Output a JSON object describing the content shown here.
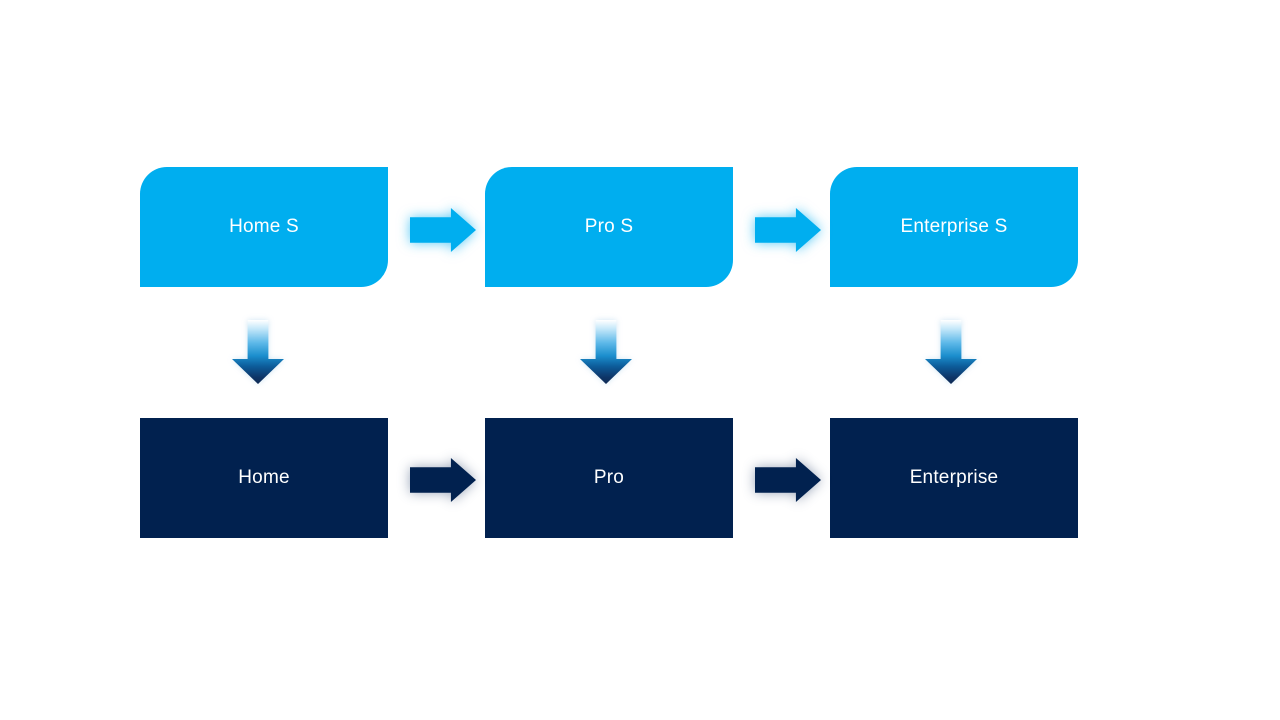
{
  "slide": {
    "background": "#ffffff",
    "columns": [
      {
        "top": {
          "label": "Home S"
        },
        "bottom": {
          "label": "Home"
        }
      },
      {
        "top": {
          "label": "Pro S"
        },
        "bottom": {
          "label": "Pro"
        }
      },
      {
        "top": {
          "label": "Enterprise S"
        },
        "bottom": {
          "label": "Enterprise"
        }
      }
    ],
    "colors": {
      "top_box_fill": "#00aeef",
      "bottom_box_fill": "#01214f",
      "label_text": "#ffffff",
      "top_arrow_fill": "#00aeef",
      "top_arrow_glow": "rgba(0,174,239,0.65)",
      "bottom_arrow_fill": "#01214f",
      "bottom_arrow_glow": "rgba(31,56,100,0.45)",
      "down_arrow_gradient": [
        "#ffffff",
        "#5cb8e8",
        "#1b8ecd",
        "#0d5d9b",
        "#102a54"
      ]
    },
    "icons": {
      "right_arrow": "block-right-arrow",
      "down_arrow": "gradient-block-down-arrow"
    }
  }
}
